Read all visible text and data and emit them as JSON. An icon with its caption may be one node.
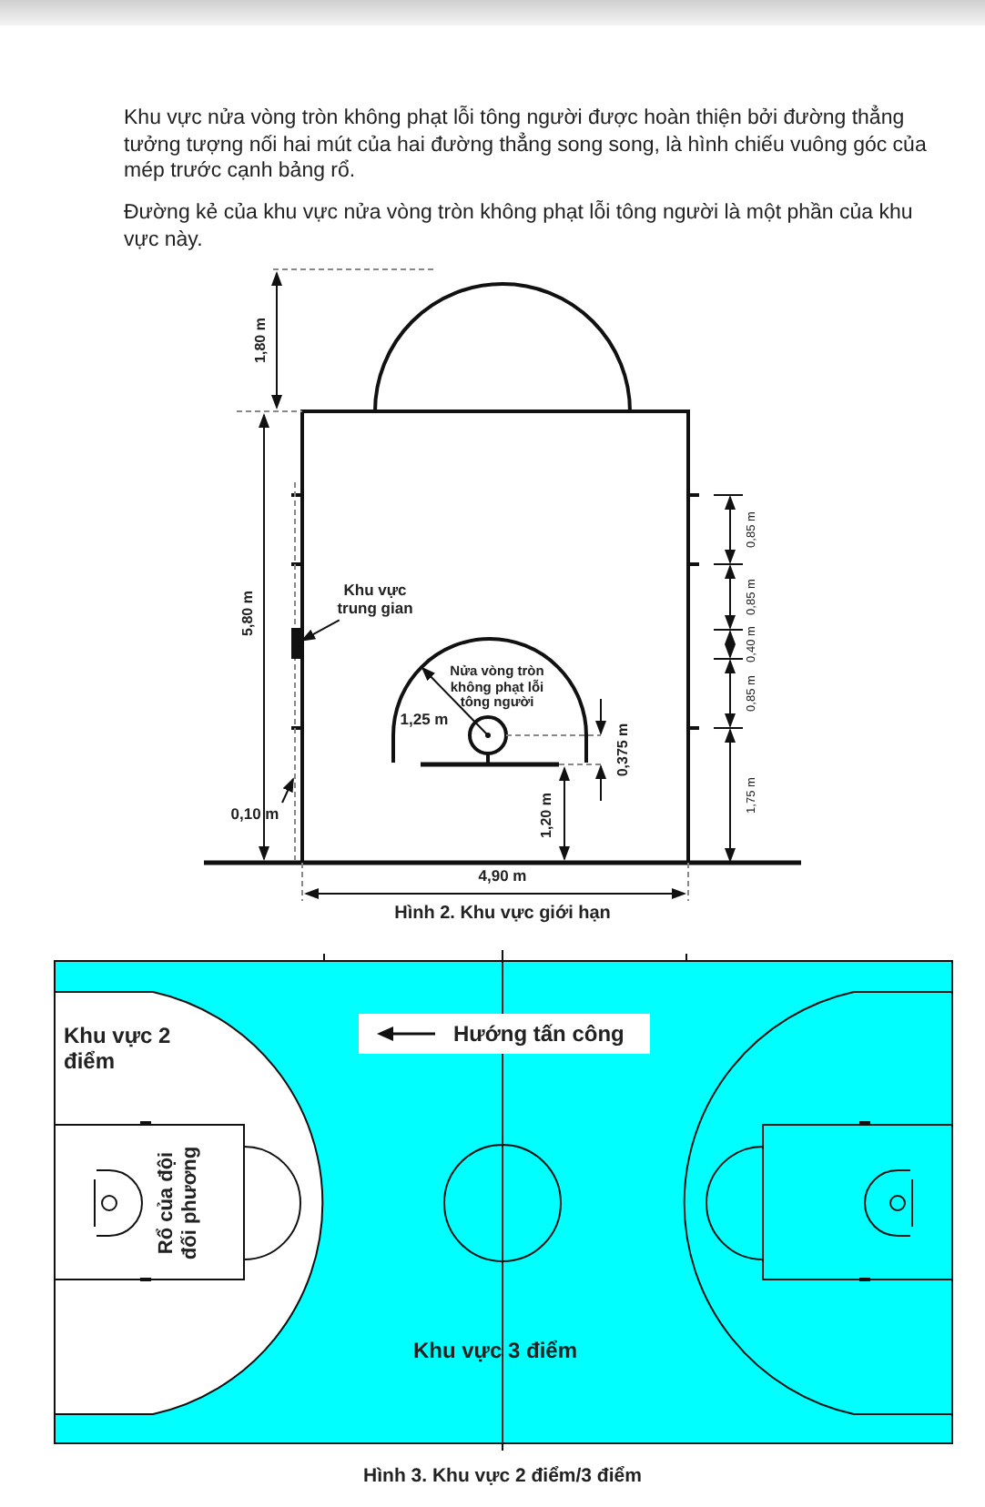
{
  "diagram": {
    "nodes": [
      {
        "text": [
          "Khu vực trung gian"
        ]
      },
      {
        "text": [],
        "shape": "bar"
      },
      {
        "text": [
          "Hướng tấn công"
        ]
      }
    ],
    "edges": [
      {
        "from": 0,
        "to": 1,
        "arrow": "to"
      }
    ],
    "labels": [
      "Khu vực nửa vòng tròn không phạt lỗi tông người được hoàn thiện bởi đường thẳng tưởng tượng nối hai mút của hai đường thẳng song song, là hình chiếu vuông góc của mép trước cạnh bảng rổ.",
      "Đường kẻ của khu vực nửa vòng tròn không phạt lỗi tông người là một phần của khu vực này.",
      "1,80 m",
      "5,80 m",
      "0,85 m",
      "0,85 m",
      "0,40 m",
      "0,85 m",
      "1,75 m",
      "Nửa vòng tròn không phạt lỗi tông người",
      "1,25 m",
      "0,375 m",
      "0,10 m",
      "1,20 m",
      "4,90 m",
      "Hình 2. Khu vực giới hạn",
      "Khu vực 2 điểm",
      "Rổ của đội đối phương",
      "Khu vực 3 điểm",
      "Hình 3. Khu vực 2 điểm/3 điểm"
    ]
  }
}
